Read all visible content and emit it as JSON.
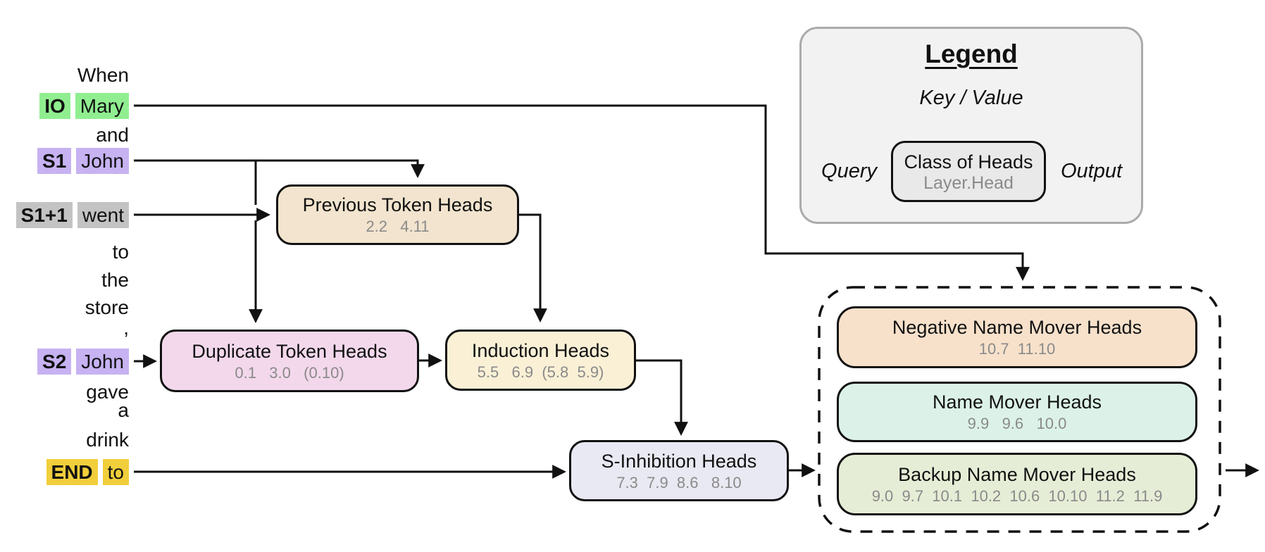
{
  "tokens": [
    {
      "label": "",
      "text": "When",
      "highlight": "none"
    },
    {
      "label": "IO",
      "text": "Mary",
      "highlight": "green"
    },
    {
      "label": "",
      "text": "and",
      "highlight": "none"
    },
    {
      "label": "S1",
      "text": "John",
      "highlight": "purple"
    },
    {
      "label": "S1+1",
      "text": "went",
      "highlight": "gray"
    },
    {
      "label": "",
      "text": "to",
      "highlight": "none"
    },
    {
      "label": "",
      "text": "the",
      "highlight": "none"
    },
    {
      "label": "",
      "text": "store",
      "highlight": "none"
    },
    {
      "label": "",
      "text": ",",
      "highlight": "none"
    },
    {
      "label": "S2",
      "text": "John",
      "highlight": "purple"
    },
    {
      "label": "",
      "text": "gave",
      "highlight": "none"
    },
    {
      "label": "",
      "text": "a",
      "highlight": "none"
    },
    {
      "label": "",
      "text": "drink",
      "highlight": "none"
    },
    {
      "label": "END",
      "text": "to",
      "highlight": "yellow"
    }
  ],
  "nodes": {
    "previous_token": {
      "title": "Previous Token Heads",
      "heads": "2.2   4.11"
    },
    "duplicate_token": {
      "title": "Duplicate Token Heads",
      "heads": "0.1   3.0   (0.10)"
    },
    "induction": {
      "title": "Induction Heads",
      "heads": "5.5   6.9  (5.8  5.9)"
    },
    "s_inhibition": {
      "title": "S-Inhibition Heads",
      "heads": "7.3  7.9  8.6   8.10"
    },
    "negative_name_mover": {
      "title": "Negative Name Mover Heads",
      "heads": "10.7  11.10"
    },
    "name_mover": {
      "title": "Name Mover Heads",
      "heads": "9.9   9.6   10.0"
    },
    "backup_name_mover": {
      "title": "Backup Name Mover Heads",
      "heads": "9.0  9.7  10.1  10.2  10.6  10.10  11.2  11.9"
    }
  },
  "legend": {
    "title": "Legend",
    "key_value_label": "Key / Value",
    "query_label": "Query",
    "output_label": "Output",
    "box_title": "Class of Heads",
    "box_subtitle": "Layer.Head"
  },
  "colors": {
    "io_highlight": "#90EE90",
    "s_highlight": "#C7B2F2",
    "s1plus1_highlight": "#C3C3C3",
    "end_highlight": "#F1CE3B",
    "previous_token_fill": "#F2E4CE",
    "duplicate_token_fill": "#F3D8EC",
    "induction_fill": "#FAF0D6",
    "s_inhibition_fill": "#E9E9F3",
    "negative_name_mover_fill": "#F7E1CB",
    "name_mover_fill": "#DCF2E8",
    "backup_name_mover_fill": "#E6EDD6",
    "legend_fill": "#F2F2F2",
    "legend_border": "#ABABAB",
    "class_box_fill": "#E9E9E9",
    "heads_text": "#8A8A8A",
    "line": "#111111"
  }
}
